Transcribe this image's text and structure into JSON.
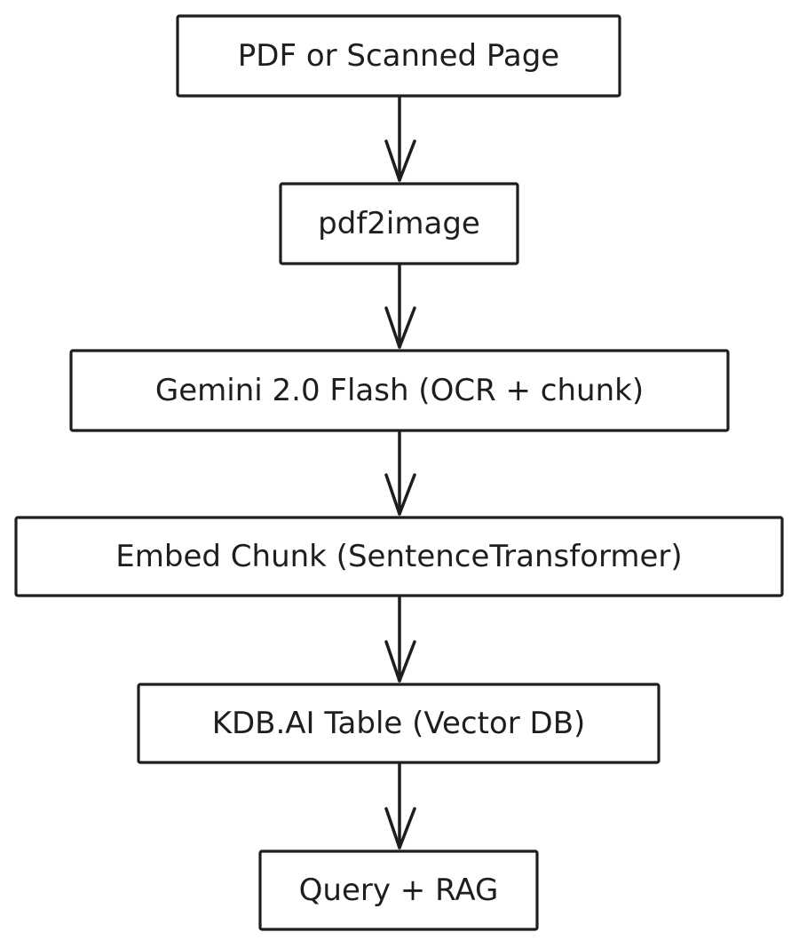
{
  "diagram": {
    "type": "flowchart",
    "direction": "top-to-bottom",
    "style": "hand-drawn",
    "colors": {
      "stroke": "#1e1e1e",
      "fill": "#ffffff",
      "text": "#1e1e1e"
    },
    "nodes": [
      {
        "id": "n1",
        "label": "PDF or Scanned Page"
      },
      {
        "id": "n2",
        "label": "pdf2image"
      },
      {
        "id": "n3",
        "label": "Gemini 2.0 Flash (OCR + chunk)"
      },
      {
        "id": "n4",
        "label": "Embed Chunk (SentenceTransformer)"
      },
      {
        "id": "n5",
        "label": "KDB.AI Table (Vector DB)"
      },
      {
        "id": "n6",
        "label": "Query + RAG"
      }
    ],
    "edges": [
      {
        "from": "n1",
        "to": "n2"
      },
      {
        "from": "n2",
        "to": "n3"
      },
      {
        "from": "n3",
        "to": "n4"
      },
      {
        "from": "n4",
        "to": "n5"
      },
      {
        "from": "n5",
        "to": "n6"
      }
    ]
  }
}
